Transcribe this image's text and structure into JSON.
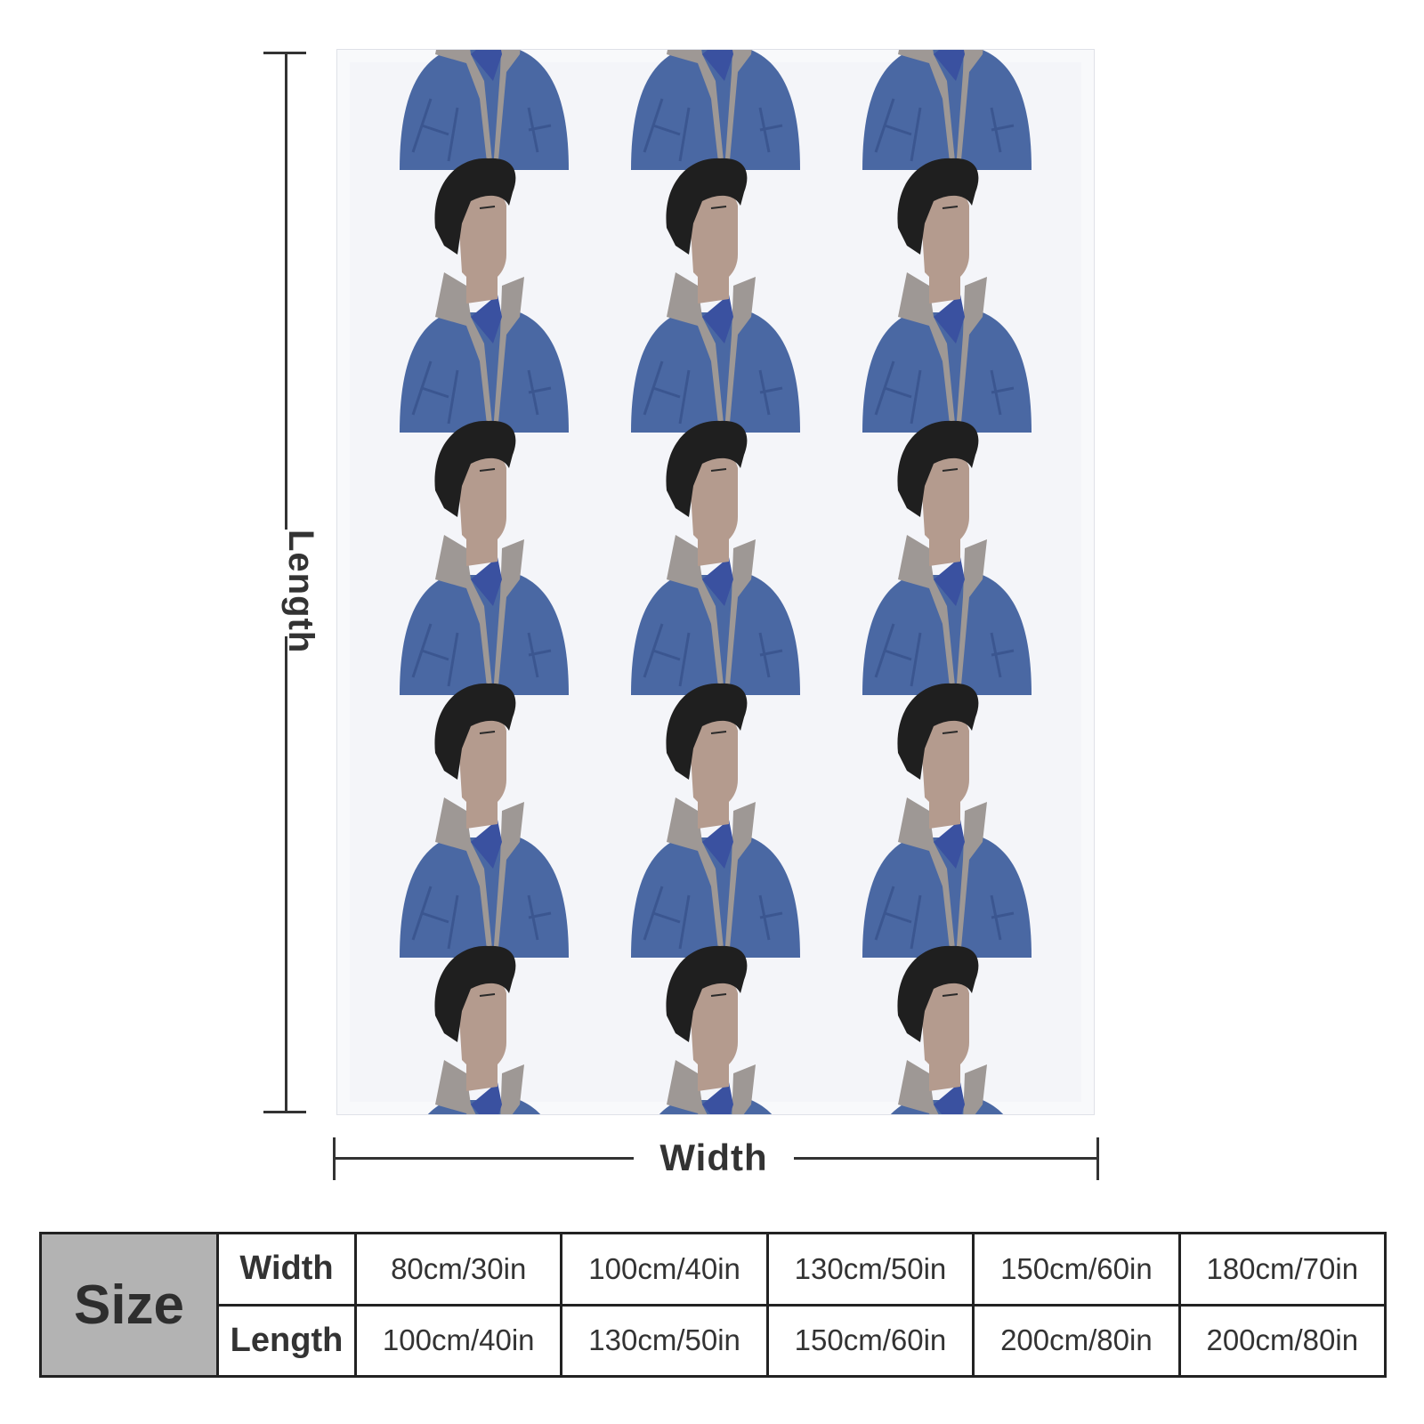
{
  "diagram": {
    "length_label": "Length",
    "width_label": "Width"
  },
  "blanket": {
    "pattern": "repeating-portrait-illustration",
    "colors": {
      "background": "#f4f5f9",
      "jacket": "#4a68a3",
      "collar": "#9e9895",
      "skin": "#b49b8e",
      "hair": "#1f1f1f"
    }
  },
  "size_table": {
    "header": "Size",
    "rows": [
      {
        "label": "Width",
        "values": [
          "80cm/30in",
          "100cm/40in",
          "130cm/50in",
          "150cm/60in",
          "180cm/70in"
        ]
      },
      {
        "label": "Length",
        "values": [
          "100cm/40in",
          "130cm/50in",
          "150cm/60in",
          "200cm/80in",
          "200cm/80in"
        ]
      }
    ]
  }
}
